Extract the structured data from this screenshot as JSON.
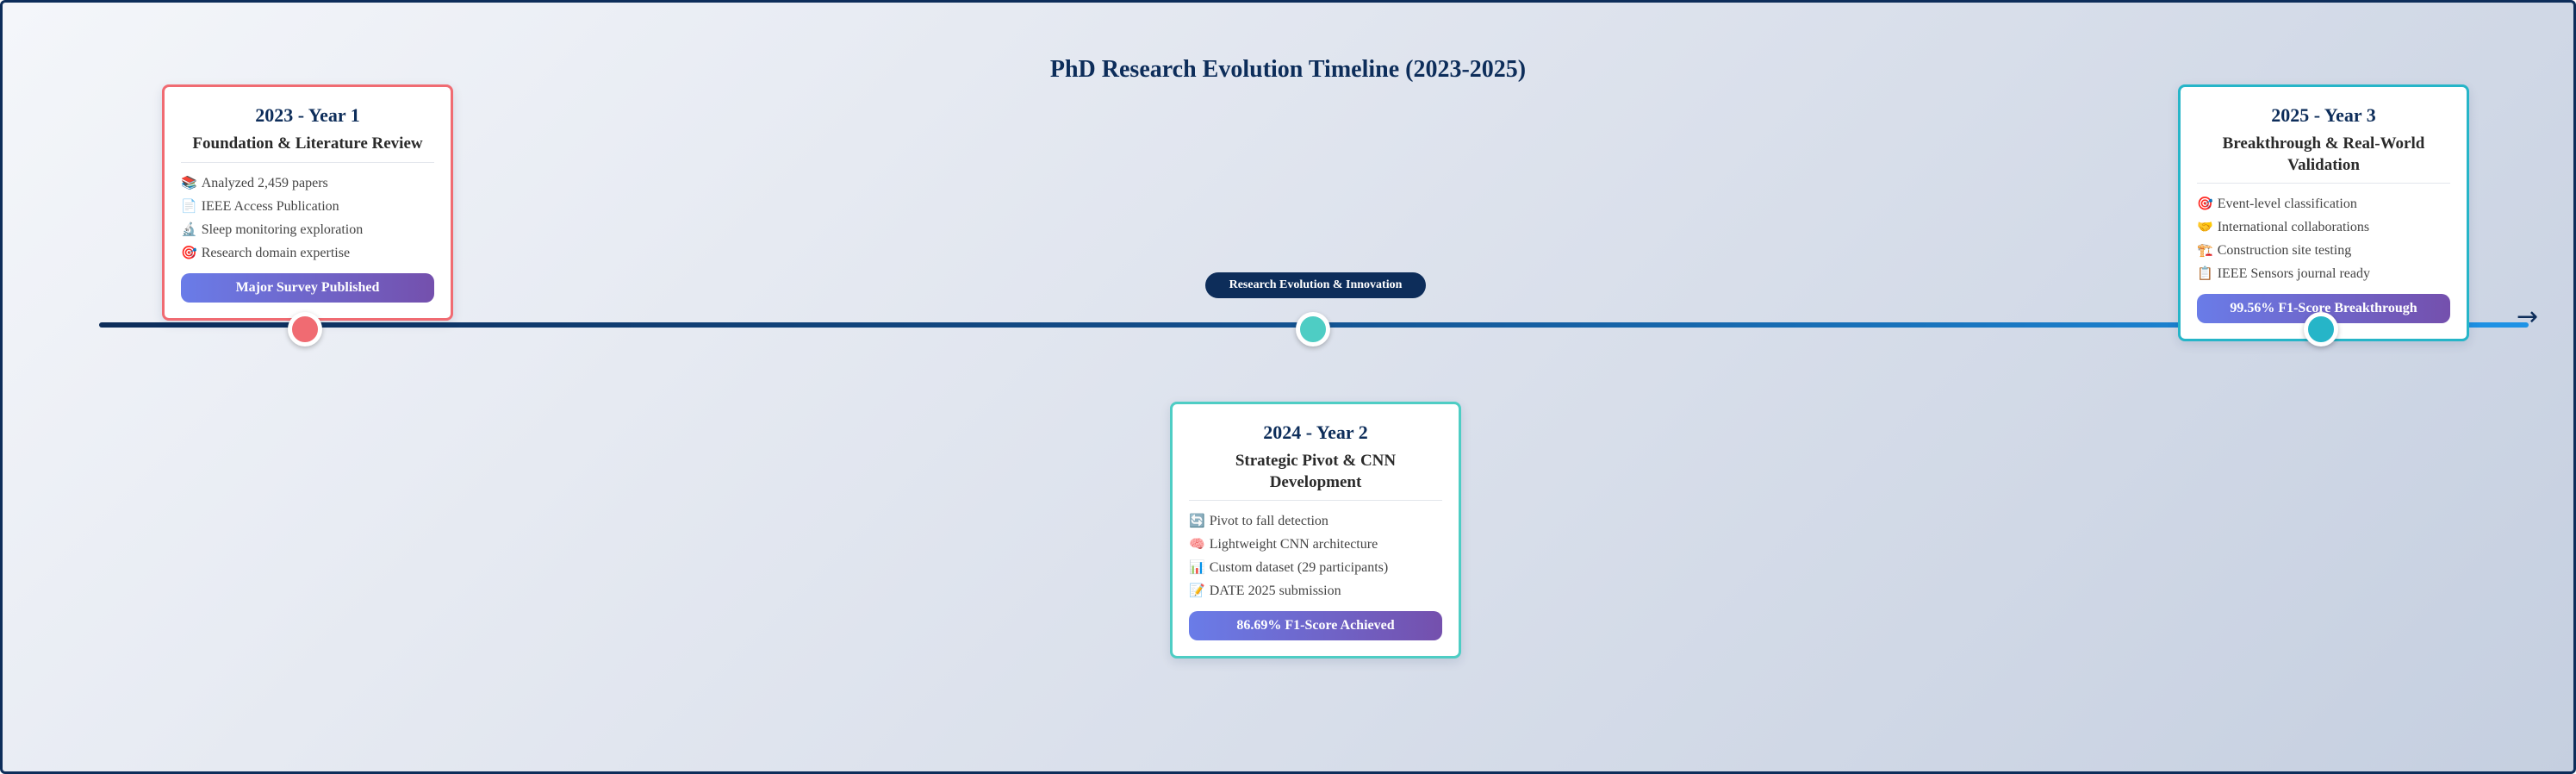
{
  "title": "PhD Research Evolution Timeline (2023-2025)",
  "center_label": "Research Evolution & Innovation",
  "colors": {
    "year1_accent": "#f06b72",
    "year2_accent": "#4ecdc4",
    "year3_accent": "#26b5c8",
    "primary": "#0d2d5a"
  },
  "cards": [
    {
      "year": "2023 - Year 1",
      "heading": "Foundation & Literature Review",
      "items": [
        {
          "icon": "books-icon",
          "glyph": "📚",
          "text": "Analyzed 2,459 papers"
        },
        {
          "icon": "document-icon",
          "glyph": "📄",
          "text": "IEEE Access Publication"
        },
        {
          "icon": "microscope-icon",
          "glyph": "🔬",
          "text": "Sleep monitoring exploration"
        },
        {
          "icon": "target-icon",
          "glyph": "🎯",
          "text": "Research domain expertise"
        }
      ],
      "badge": "Major Survey Published"
    },
    {
      "year": "2024 - Year 2",
      "heading": "Strategic Pivot & CNN Development",
      "items": [
        {
          "icon": "pivot-icon",
          "glyph": "🔄",
          "text": "Pivot to fall detection"
        },
        {
          "icon": "brain-icon",
          "glyph": "🧠",
          "text": "Lightweight CNN architecture"
        },
        {
          "icon": "bar-chart-icon",
          "glyph": "📊",
          "text": "Custom dataset (29 participants)"
        },
        {
          "icon": "memo-icon",
          "glyph": "📝",
          "text": "DATE 2025 submission"
        }
      ],
      "badge": "86.69% F1-Score Achieved"
    },
    {
      "year": "2025 - Year 3",
      "heading": "Breakthrough & Real-World Validation",
      "items": [
        {
          "icon": "target-icon",
          "glyph": "🎯",
          "text": "Event-level classification"
        },
        {
          "icon": "handshake-icon",
          "glyph": "🤝",
          "text": "International collaborations"
        },
        {
          "icon": "construction-icon",
          "glyph": "🏗️",
          "text": "Construction site testing"
        },
        {
          "icon": "clipboard-icon",
          "glyph": "📋",
          "text": "IEEE Sensors journal ready"
        }
      ],
      "badge": "99.56% F1-Score Breakthrough"
    }
  ]
}
